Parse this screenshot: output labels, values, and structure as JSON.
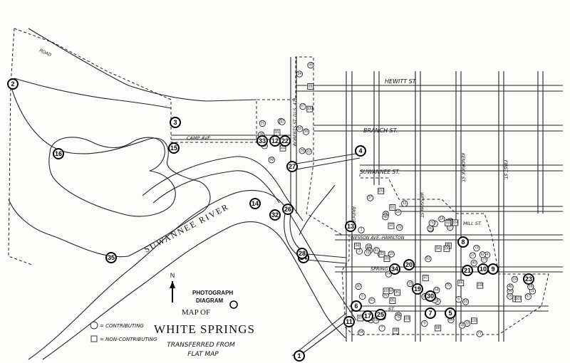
{
  "title": {
    "line1": "MAP OF",
    "line2": "WHITE SPRINGS",
    "line3": "TRANSFERRED FROM",
    "line4": "FLAT MAP"
  },
  "legend": {
    "photograph": "PHOTOGRAPH",
    "diagram": "DIAGRAM",
    "contributing": "= CONTRIBUTING",
    "non_contributing": "= NON-CONTRIBUTING"
  },
  "north": "N",
  "river": "SUWANNEE RIVER",
  "streets": {
    "hewitt": "HEWITT ST.",
    "branch": "BRANCH ST.",
    "suwannee": "SUWANNEE ST.",
    "camp": "CAMP AVE.",
    "roberts": "ROBERTS ST. (U.S. 41)",
    "wesson_hamilton": "WESSON AVE.-HAMILTON",
    "spring": "SPRING",
    "st": "ST.",
    "wesson_st": "WESSON ST.",
    "kendrick": "KENDRICK ST.",
    "first": "FIRST ST.",
    "mill": "MILL ST.",
    "bridge": "BRIDGE ST.",
    "road": "ROAD"
  },
  "photo_markers": [
    {
      "n": "1"
    },
    {
      "n": "2"
    },
    {
      "n": "3"
    },
    {
      "n": "4"
    },
    {
      "n": "5"
    },
    {
      "n": "6"
    },
    {
      "n": "7"
    },
    {
      "n": "8"
    },
    {
      "n": "9"
    },
    {
      "n": "10"
    },
    {
      "n": "11"
    },
    {
      "n": "12"
    },
    {
      "n": "13"
    },
    {
      "n": "14"
    },
    {
      "n": "15"
    },
    {
      "n": "16"
    },
    {
      "n": "17"
    },
    {
      "n": "19"
    },
    {
      "n": "20"
    },
    {
      "n": "21"
    },
    {
      "n": "22"
    },
    {
      "n": "23"
    },
    {
      "n": "24"
    },
    {
      "n": "25"
    },
    {
      "n": "26"
    },
    {
      "n": "27"
    },
    {
      "n": "28"
    },
    {
      "n": "30"
    },
    {
      "n": "32"
    },
    {
      "n": "33"
    },
    {
      "n": "34"
    },
    {
      "n": "35"
    }
  ],
  "contributing_sites": [
    "1",
    "2",
    "3",
    "4",
    "5",
    "6",
    "7",
    "9",
    "10",
    "11",
    "12",
    "13",
    "14",
    "15",
    "17",
    "19",
    "20",
    "21",
    "22",
    "23",
    "24",
    "25",
    "26",
    "27",
    "28",
    "29",
    "30",
    "31",
    "32",
    "33",
    "34",
    "35",
    "36",
    "37",
    "38",
    "39",
    "40",
    "41",
    "42",
    "43",
    "44",
    "45",
    "46",
    "47",
    "48",
    "49",
    "50",
    "51",
    "52",
    "53",
    "54",
    "55",
    "56",
    "57",
    "58",
    "59",
    "60",
    "61",
    "62",
    "63",
    "64",
    "65",
    "66",
    "67",
    "68",
    "69",
    "70",
    "71",
    "72",
    "73",
    "74",
    "75",
    "76",
    "77",
    "78",
    "79",
    "80"
  ],
  "non_contributing_sites": [
    "81",
    "82",
    "83",
    "84",
    "85",
    "86",
    "87",
    "88",
    "89",
    "90",
    "91",
    "92",
    "93",
    "94",
    "95",
    "96",
    "97",
    "98",
    "99",
    "100",
    "101",
    "102",
    "103",
    "104",
    "105",
    "106",
    "107",
    "108",
    "109",
    "110"
  ]
}
